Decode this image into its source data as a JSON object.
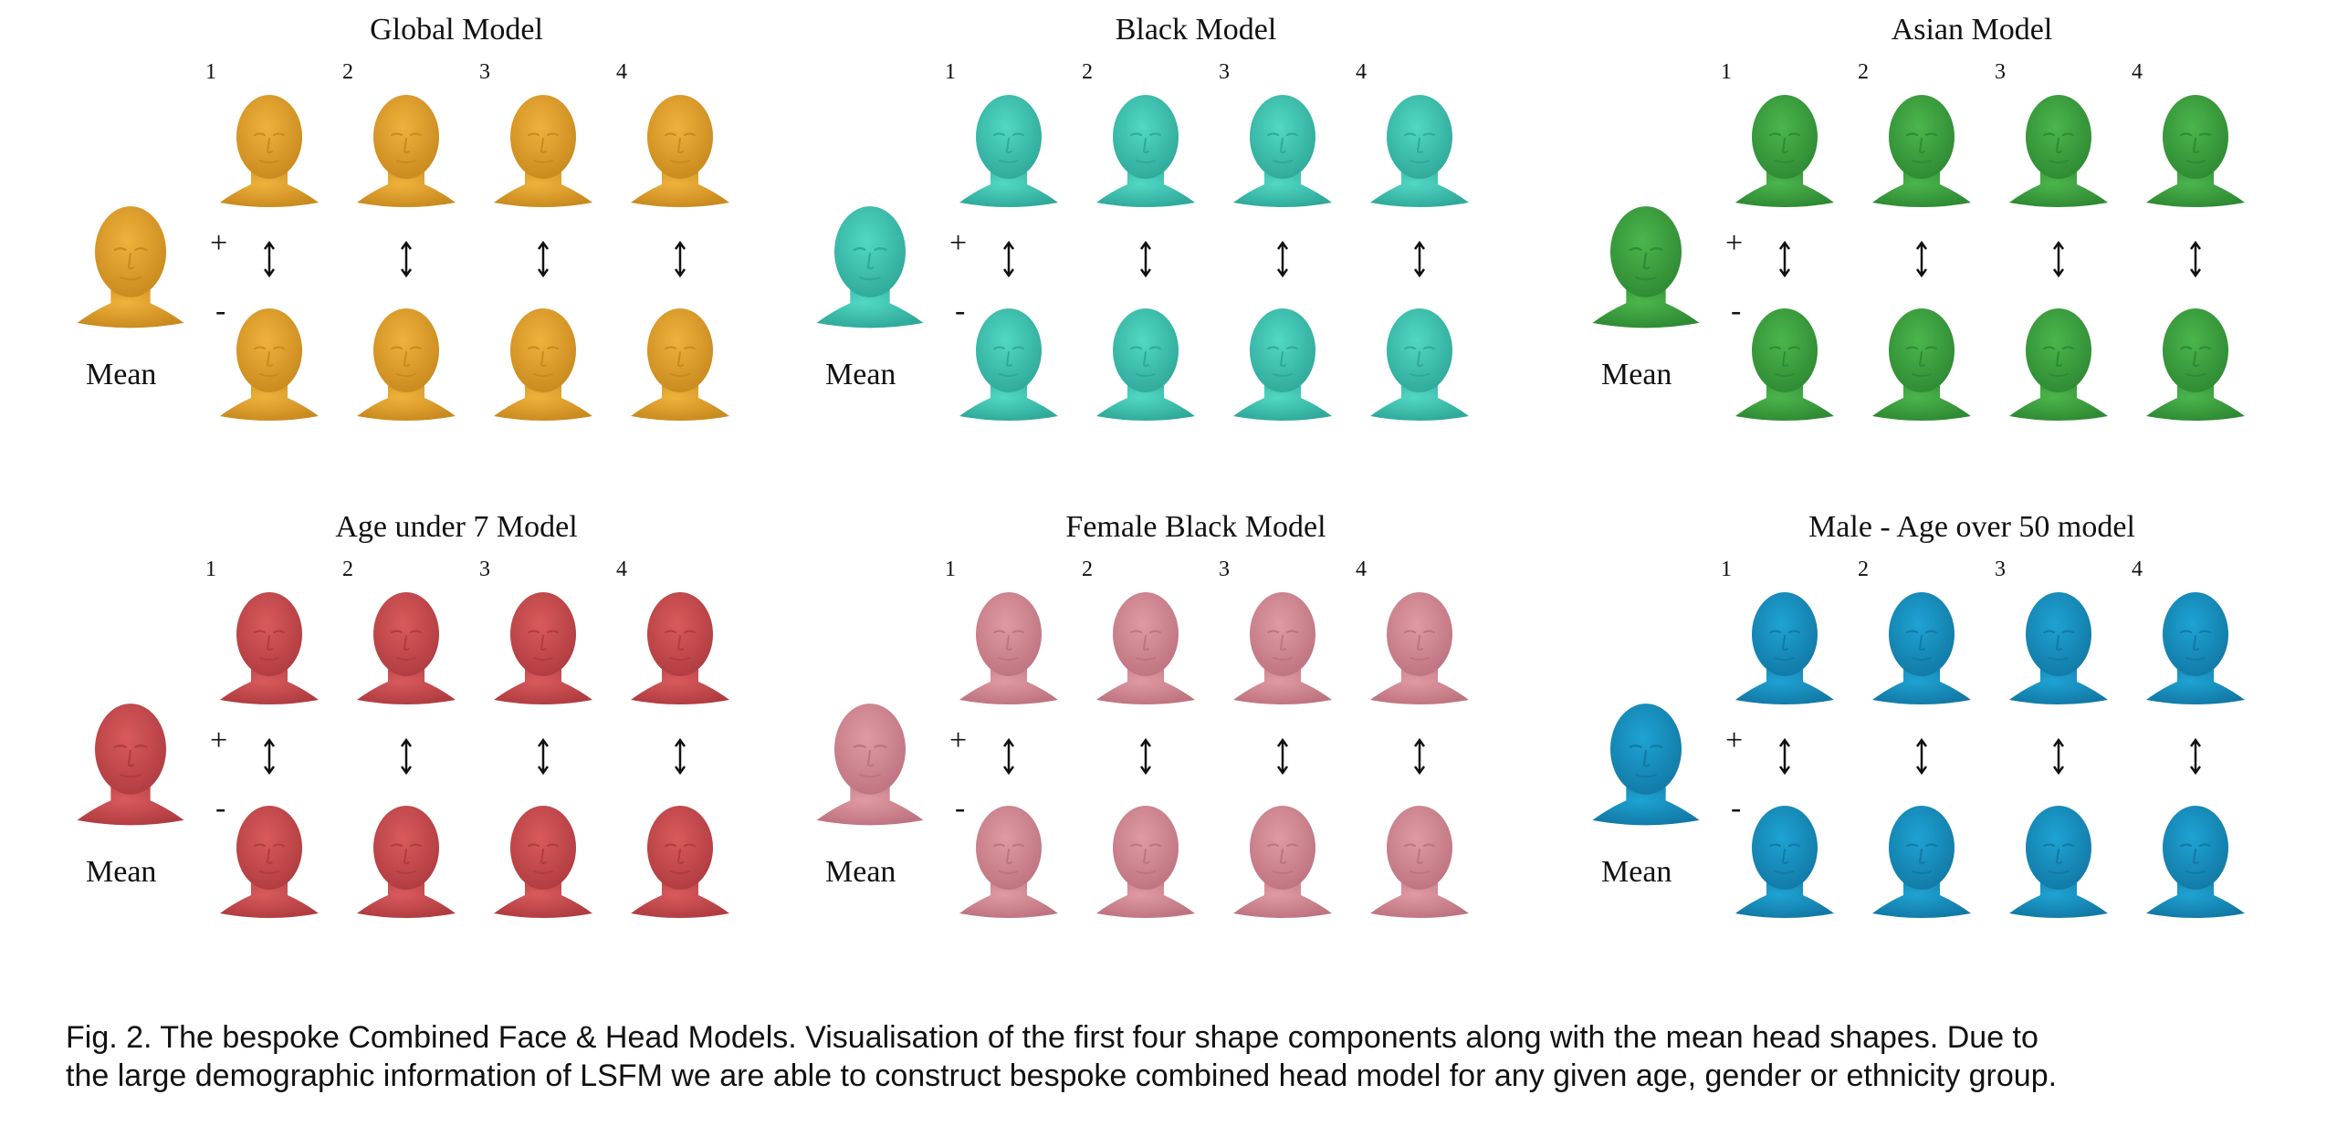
{
  "panels": [
    {
      "title": "Global Model",
      "mean_label": "Mean",
      "plus": "+",
      "minus": "-",
      "components": [
        "1",
        "2",
        "3",
        "4"
      ],
      "color": "#F0B23C",
      "shade": "#C98A1E"
    },
    {
      "title": "Black Model",
      "mean_label": "Mean",
      "plus": "+",
      "minus": "-",
      "components": [
        "1",
        "2",
        "3",
        "4"
      ],
      "color": "#52D8C4",
      "shade": "#2FA99A"
    },
    {
      "title": "Asian Model",
      "mean_label": "Mean",
      "plus": "+",
      "minus": "-",
      "components": [
        "1",
        "2",
        "3",
        "4"
      ],
      "color": "#4CB54C",
      "shade": "#2E8A33"
    },
    {
      "title": "Age under 7 Model",
      "mean_label": "Mean",
      "plus": "+",
      "minus": "-",
      "components": [
        "1",
        "2",
        "3",
        "4"
      ],
      "color": "#D95A5C",
      "shade": "#B03C40"
    },
    {
      "title": "Female Black Model",
      "mean_label": "Mean",
      "plus": "+",
      "minus": "-",
      "components": [
        "1",
        "2",
        "3",
        "4"
      ],
      "color": "#E09AA3",
      "shade": "#BE7480"
    },
    {
      "title": "Male - Age over 50 model",
      "mean_label": "Mean",
      "plus": "+",
      "minus": "-",
      "components": [
        "1",
        "2",
        "3",
        "4"
      ],
      "color": "#1EA3D3",
      "shade": "#1279A6"
    }
  ],
  "caption": {
    "line1": "Fig. 2. The bespoke Combined Face & Head Models. Visualisation of the first four shape components along with the mean head shapes. Due to",
    "line2": "the large demographic information of LSFM we are able to construct bespoke combined head model for any given age, gender or ethnicity group."
  }
}
